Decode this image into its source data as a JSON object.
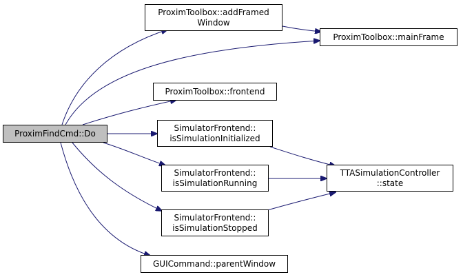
{
  "colors": {
    "edge": "#191970",
    "root_fill": "#bfbfbf",
    "node_fill": "#ffffff",
    "border": "#000000"
  },
  "nodes": {
    "root": {
      "lines": [
        "ProximFindCmd::Do"
      ]
    },
    "addFramedWindow": {
      "lines": [
        "ProximToolbox::addFramed",
        "Window"
      ]
    },
    "mainFrame": {
      "lines": [
        "ProximToolbox::mainFrame"
      ]
    },
    "frontend": {
      "lines": [
        "ProximToolbox::frontend"
      ]
    },
    "isSimulationInitialized": {
      "lines": [
        "SimulatorFrontend::",
        "isSimulationInitialized"
      ]
    },
    "isSimulationRunning": {
      "lines": [
        "SimulatorFrontend::",
        "isSimulationRunning"
      ]
    },
    "isSimulationStopped": {
      "lines": [
        "SimulatorFrontend::",
        "isSimulationStopped"
      ]
    },
    "state": {
      "lines": [
        "TTASimulationController",
        "::state"
      ]
    },
    "parentWindow": {
      "lines": [
        "GUICommand::parentWindow"
      ]
    }
  },
  "edges": [
    {
      "from": "root",
      "to": "addFramedWindow"
    },
    {
      "from": "root",
      "to": "mainFrame"
    },
    {
      "from": "root",
      "to": "frontend"
    },
    {
      "from": "root",
      "to": "isSimulationInitialized"
    },
    {
      "from": "root",
      "to": "isSimulationRunning"
    },
    {
      "from": "root",
      "to": "isSimulationStopped"
    },
    {
      "from": "root",
      "to": "parentWindow"
    },
    {
      "from": "addFramedWindow",
      "to": "mainFrame"
    },
    {
      "from": "isSimulationInitialized",
      "to": "state"
    },
    {
      "from": "isSimulationRunning",
      "to": "state"
    },
    {
      "from": "isSimulationStopped",
      "to": "state"
    }
  ]
}
